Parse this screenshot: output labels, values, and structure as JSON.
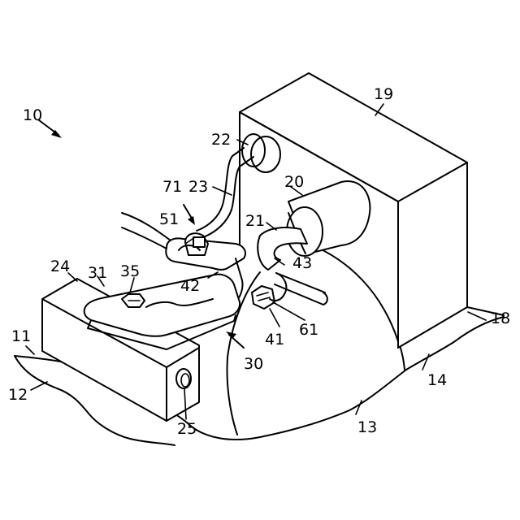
{
  "figure": {
    "labels": {
      "l10": "10",
      "l11": "11",
      "l12": "12",
      "l13": "13",
      "l14": "14",
      "l18": "18",
      "l19": "19",
      "l20": "20",
      "l21": "21",
      "l22": "22",
      "l23": "23",
      "l24": "24",
      "l25": "25",
      "l30": "30",
      "l31": "31",
      "l35": "35",
      "l41": "41",
      "l42": "42",
      "l43": "43",
      "l51": "51",
      "l61": "61",
      "l71": "71"
    }
  }
}
